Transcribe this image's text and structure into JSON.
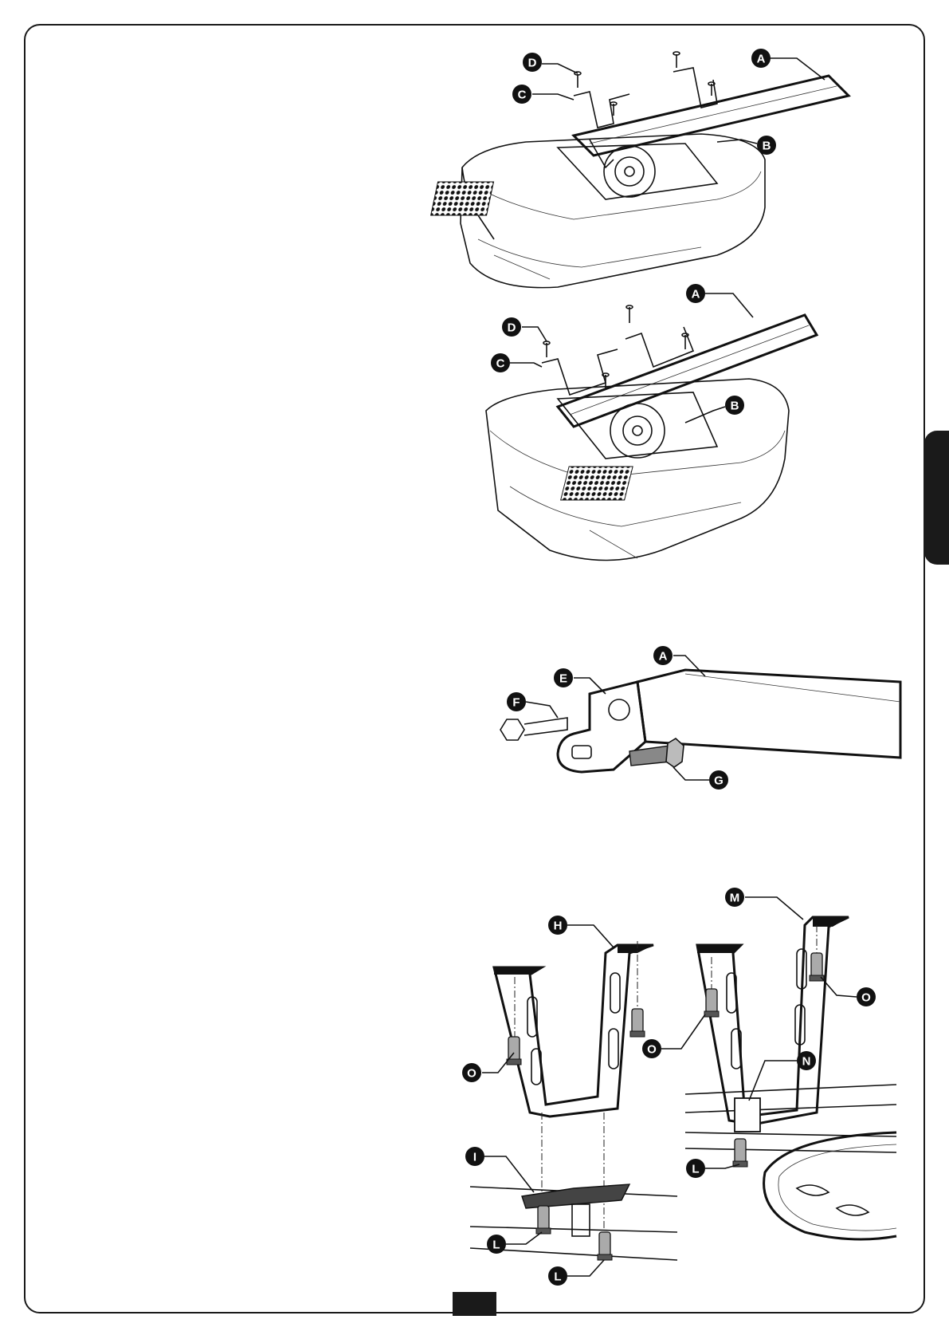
{
  "labels": {
    "a": "A",
    "b": "B",
    "c": "C",
    "d": "D",
    "e": "E",
    "f": "F",
    "g": "G",
    "h": "H",
    "i": "I",
    "l": "L",
    "m": "M",
    "n": "N",
    "o": "O"
  },
  "colors": {
    "ink": "#111111",
    "paper": "#ffffff",
    "tab": "#1a1a1a"
  }
}
